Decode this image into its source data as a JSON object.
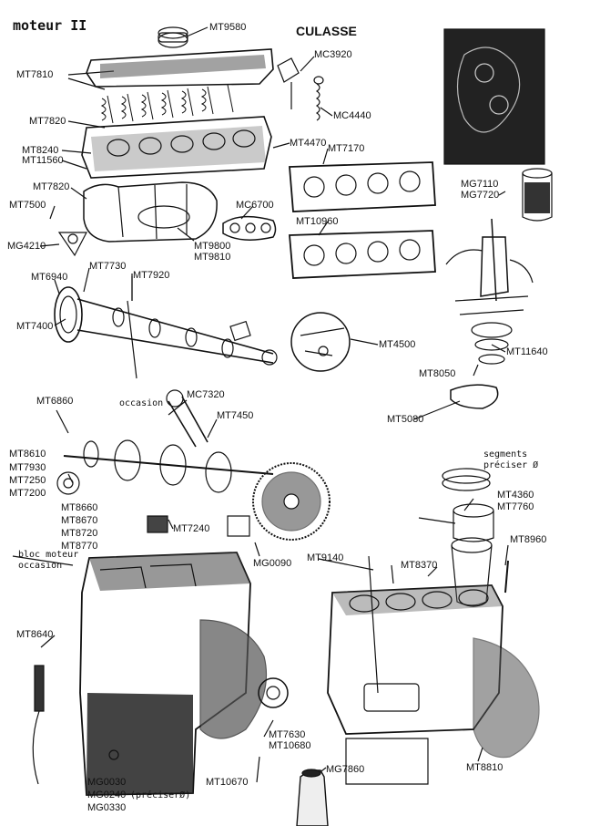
{
  "title": "moteur II",
  "section_culasse": "CULASSE",
  "notes": {
    "occasion": "occasion",
    "bloc_line1": "bloc moteur",
    "bloc_line2": "occasion",
    "segments_line1": "segments",
    "segments_line2": "préciser Ø",
    "preciser": "(préciserØ)"
  },
  "parts": [
    "MT9580",
    "MC3920",
    "MT7810",
    "MT7820",
    "MC4440",
    "MT8240",
    "MT11560",
    "MT4470",
    "MT7170",
    "MG7110",
    "MG7720",
    "MT7820",
    "MT7500",
    "MC6700",
    "MT10960",
    "MG4210",
    "MT9800",
    "MT9810",
    "MT6940",
    "MT7730",
    "MT7920",
    "MT7400",
    "MT4500",
    "MT11640",
    "MT8050",
    "MT5080",
    "MT6860",
    "MC7320",
    "MT7450",
    "MT8610",
    "MT7930",
    "MT7250",
    "MT7200",
    "MT8660",
    "MT8670",
    "MT8720",
    "MT8770",
    "MT7240",
    "MG0090",
    "MT4360",
    "MT7760",
    "MT9140",
    "MT8370",
    "MT8960",
    "MT8640",
    "MT7630",
    "MT10680",
    "MG7860",
    "MG0030",
    "MG0240",
    "MG0330",
    "MT10670",
    "MT8810"
  ]
}
